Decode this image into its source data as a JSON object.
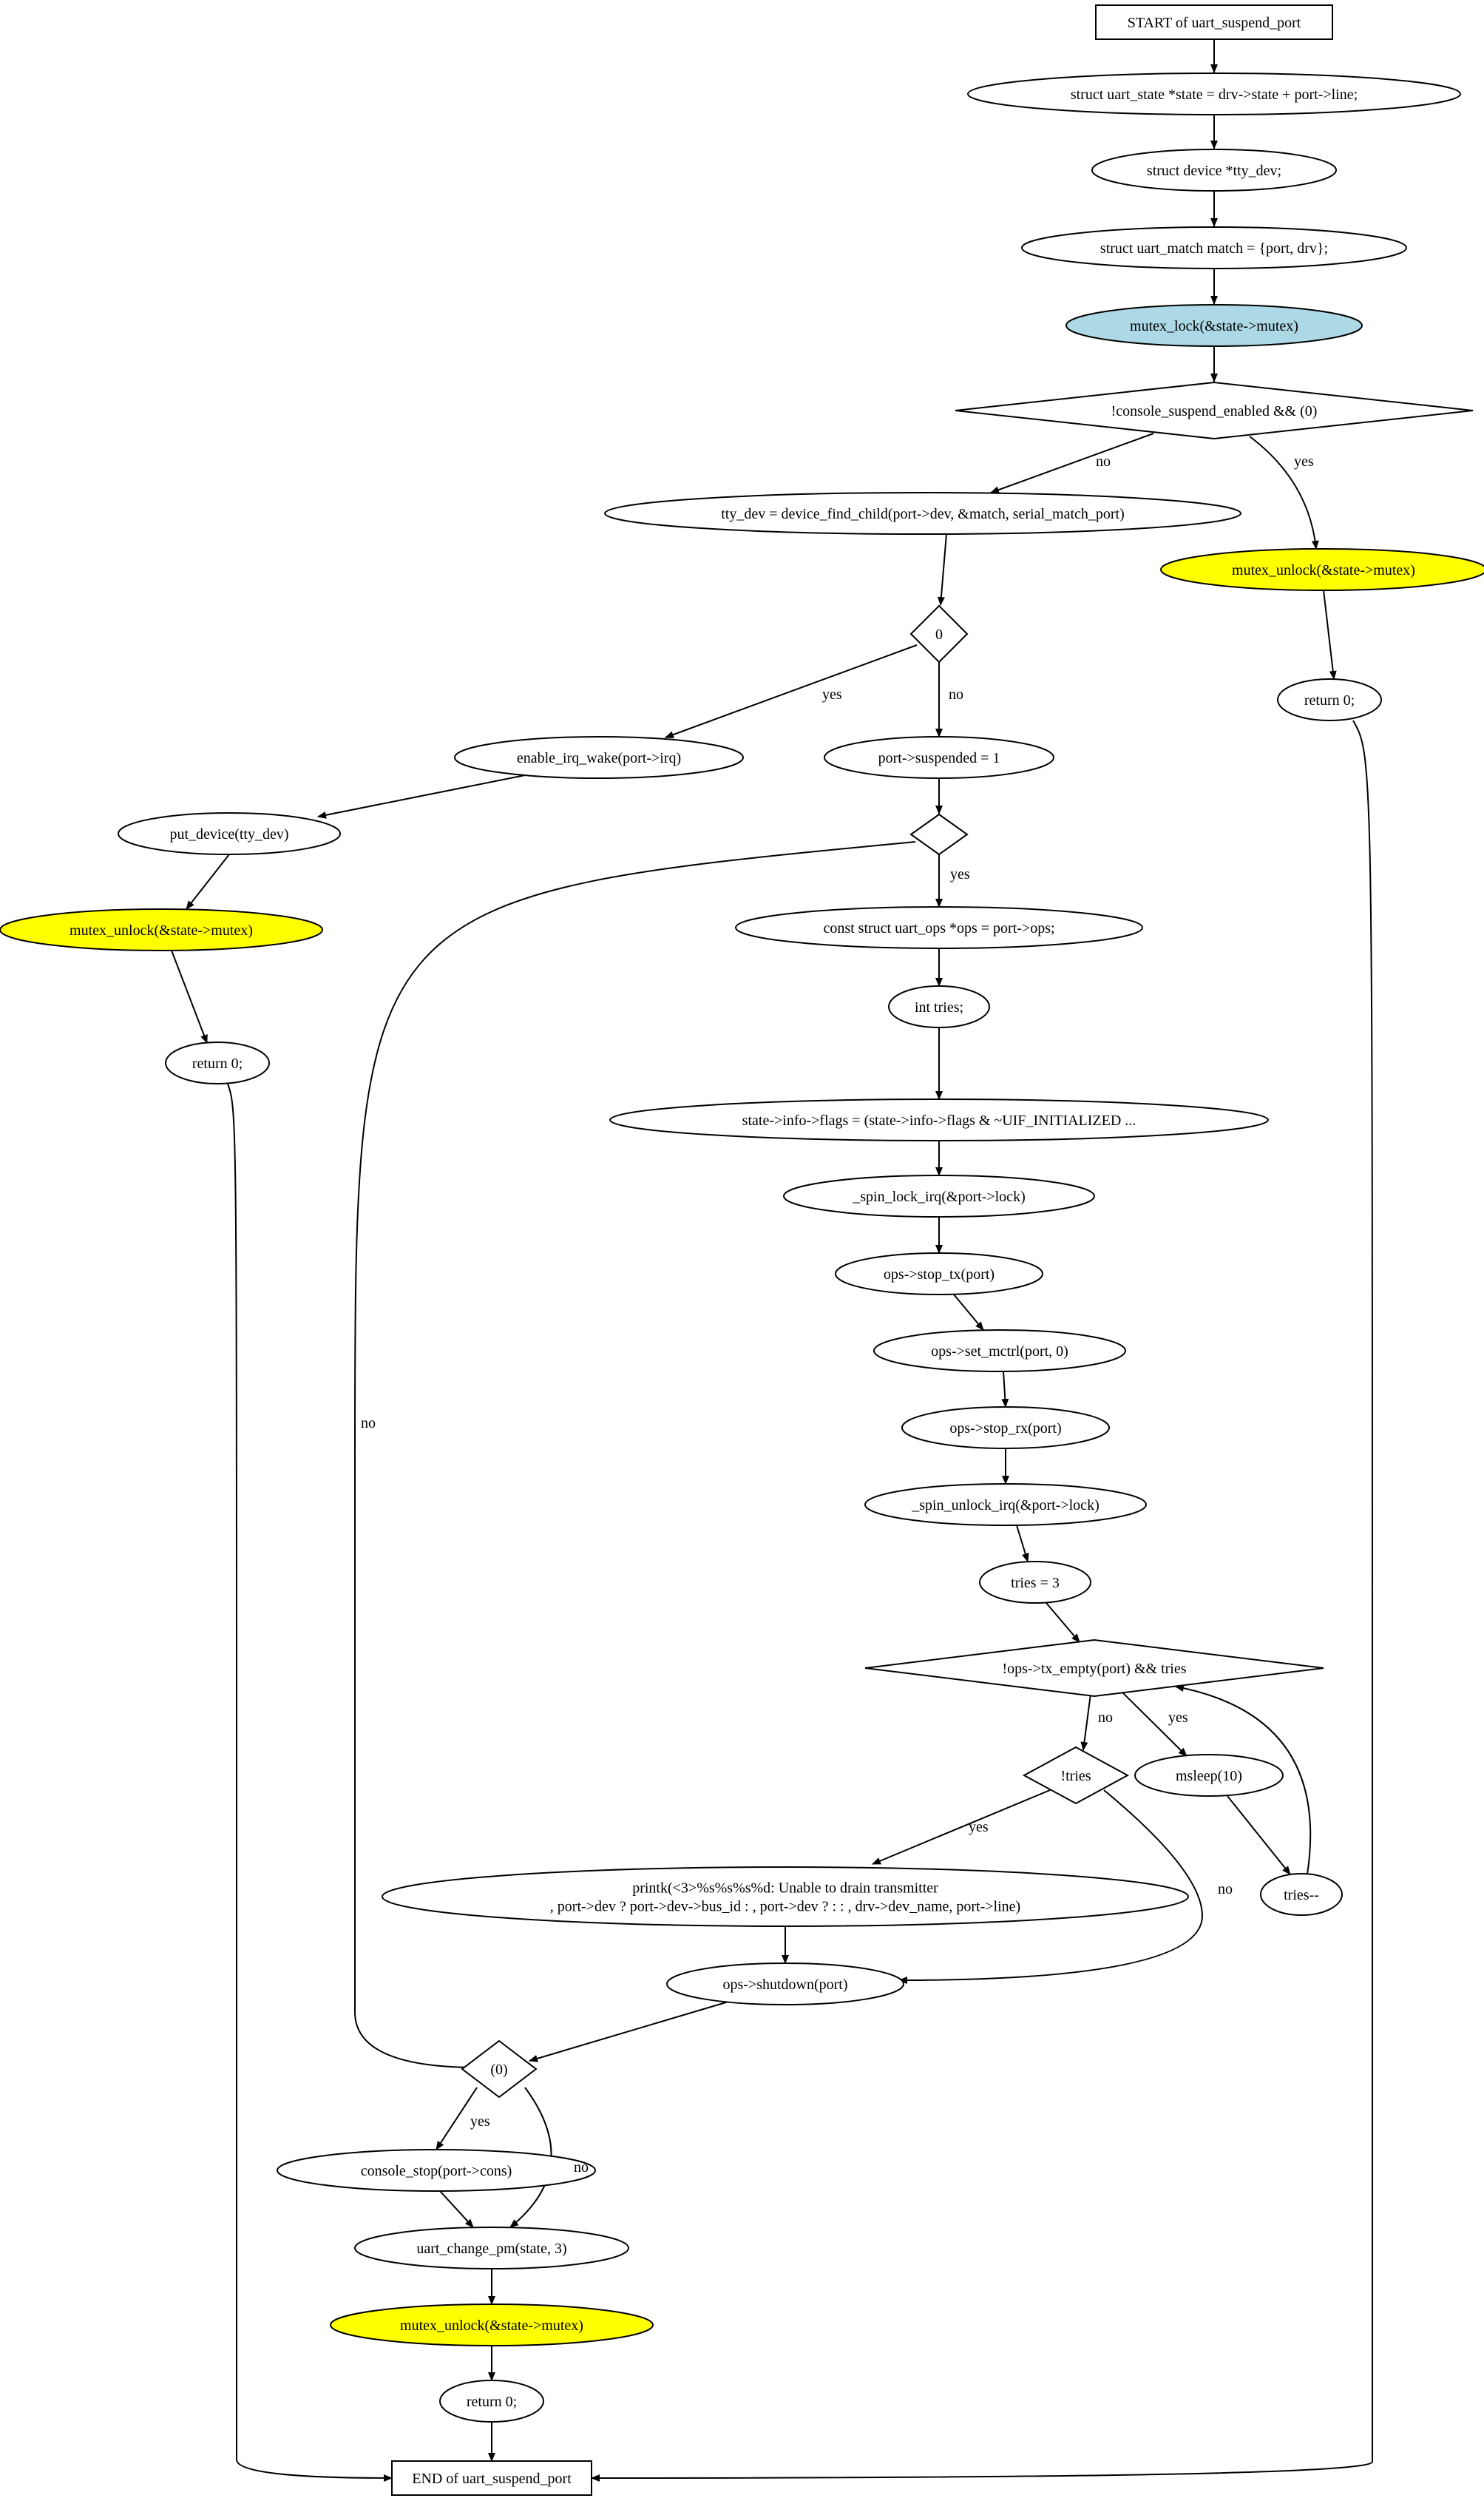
{
  "nodes": {
    "start": {
      "text": [
        "START of uart_suspend_port"
      ],
      "shape": "box"
    },
    "n_state": {
      "text": [
        "struct uart_state *state = drv->state + port->line;"
      ],
      "shape": "ellipse"
    },
    "n_ttydev": {
      "text": [
        "struct device *tty_dev;"
      ],
      "shape": "ellipse"
    },
    "n_match": {
      "text": [
        "struct uart_match match = {port, drv};"
      ],
      "shape": "ellipse"
    },
    "n_lock": {
      "text": [
        "mutex_lock(&state->mutex)"
      ],
      "shape": "ellipse",
      "fill": "#add8e6"
    },
    "d_console": {
      "text": [
        "!console_suspend_enabled && (0)"
      ],
      "shape": "diamond"
    },
    "n_find": {
      "text": [
        "tty_dev = device_find_child(port->dev, &match, serial_match_port)"
      ],
      "shape": "ellipse"
    },
    "n_unlock1": {
      "text": [
        "mutex_unlock(&state->mutex)"
      ],
      "shape": "ellipse",
      "fill": "#ffff00"
    },
    "d_zero": {
      "text": [
        "0"
      ],
      "shape": "diamond"
    },
    "n_ret1": {
      "text": [
        "return 0;"
      ],
      "shape": "ellipse"
    },
    "n_irqwake": {
      "text": [
        "enable_irq_wake(port->irq)"
      ],
      "shape": "ellipse"
    },
    "n_suspended": {
      "text": [
        "port->suspended = 1"
      ],
      "shape": "ellipse"
    },
    "n_putdev": {
      "text": [
        "put_device(tty_dev)"
      ],
      "shape": "ellipse"
    },
    "d_empty": {
      "text": [
        ""
      ],
      "shape": "diamond"
    },
    "n_unlock2": {
      "text": [
        "mutex_unlock(&state->mutex)"
      ],
      "shape": "ellipse",
      "fill": "#ffff00"
    },
    "n_ops": {
      "text": [
        "const struct uart_ops *ops = port->ops;"
      ],
      "shape": "ellipse"
    },
    "n_ret2": {
      "text": [
        "return 0;"
      ],
      "shape": "ellipse"
    },
    "n_tries_decl": {
      "text": [
        "int tries;"
      ],
      "shape": "ellipse"
    },
    "n_flags": {
      "text": [
        "state->info->flags = (state->info->flags & ~UIF_INITIALIZED ..."
      ],
      "shape": "ellipse"
    },
    "n_spinlock": {
      "text": [
        "_spin_lock_irq(&port->lock)"
      ],
      "shape": "ellipse"
    },
    "n_stoptx": {
      "text": [
        "ops->stop_tx(port)"
      ],
      "shape": "ellipse"
    },
    "n_setmctrl": {
      "text": [
        "ops->set_mctrl(port, 0)"
      ],
      "shape": "ellipse"
    },
    "n_stoprx": {
      "text": [
        "ops->stop_rx(port)"
      ],
      "shape": "ellipse"
    },
    "n_spinunlock": {
      "text": [
        "_spin_unlock_irq(&port->lock)"
      ],
      "shape": "ellipse"
    },
    "n_tries3": {
      "text": [
        "tries = 3"
      ],
      "shape": "ellipse"
    },
    "d_txempty": {
      "text": [
        "!ops->tx_empty(port) && tries"
      ],
      "shape": "diamond"
    },
    "d_tries": {
      "text": [
        "!tries"
      ],
      "shape": "diamond"
    },
    "n_msleep": {
      "text": [
        "msleep(10)"
      ],
      "shape": "ellipse"
    },
    "n_printk": {
      "text": [
        "printk(<3>%s%s%s%d: Unable to drain transmitter",
        ", port->dev ? port->dev->bus_id : , port->dev ? : : , drv->dev_name, port->line)"
      ],
      "shape": "ellipse"
    },
    "n_triesdec": {
      "text": [
        "tries--"
      ],
      "shape": "ellipse"
    },
    "n_shutdown": {
      "text": [
        "ops->shutdown(port)"
      ],
      "shape": "ellipse"
    },
    "d_zero2": {
      "text": [
        "(0)"
      ],
      "shape": "diamond"
    },
    "n_constop": {
      "text": [
        "console_stop(port->cons)"
      ],
      "shape": "ellipse"
    },
    "n_changepm": {
      "text": [
        "uart_change_pm(state, 3)"
      ],
      "shape": "ellipse"
    },
    "n_unlock3": {
      "text": [
        "mutex_unlock(&state->mutex)"
      ],
      "shape": "ellipse",
      "fill": "#ffff00"
    },
    "n_ret3": {
      "text": [
        "return 0;"
      ],
      "shape": "ellipse"
    },
    "end": {
      "text": [
        "END of uart_suspend_port"
      ],
      "shape": "box"
    }
  },
  "edges": [
    {
      "from": "start",
      "to": "n_state",
      "label": ""
    },
    {
      "from": "n_state",
      "to": "n_ttydev",
      "label": ""
    },
    {
      "from": "n_ttydev",
      "to": "n_match",
      "label": ""
    },
    {
      "from": "n_match",
      "to": "n_lock",
      "label": ""
    },
    {
      "from": "n_lock",
      "to": "d_console",
      "label": ""
    },
    {
      "from": "d_console",
      "to": "n_find",
      "label": "no"
    },
    {
      "from": "d_console",
      "to": "n_unlock1",
      "label": "yes"
    },
    {
      "from": "n_find",
      "to": "d_zero",
      "label": ""
    },
    {
      "from": "n_unlock1",
      "to": "n_ret1",
      "label": ""
    },
    {
      "from": "d_zero",
      "to": "n_irqwake",
      "label": "yes"
    },
    {
      "from": "d_zero",
      "to": "n_suspended",
      "label": "no"
    },
    {
      "from": "n_irqwake",
      "to": "n_putdev",
      "label": ""
    },
    {
      "from": "n_suspended",
      "to": "d_empty",
      "label": ""
    },
    {
      "from": "n_putdev",
      "to": "n_unlock2",
      "label": ""
    },
    {
      "from": "d_empty",
      "to": "n_ops",
      "label": "yes"
    },
    {
      "from": "d_empty",
      "to": "d_zero2",
      "label": "no"
    },
    {
      "from": "n_unlock2",
      "to": "n_ret2",
      "label": ""
    },
    {
      "from": "n_ops",
      "to": "n_tries_decl",
      "label": ""
    },
    {
      "from": "n_tries_decl",
      "to": "n_flags",
      "label": ""
    },
    {
      "from": "n_flags",
      "to": "n_spinlock",
      "label": ""
    },
    {
      "from": "n_spinlock",
      "to": "n_stoptx",
      "label": ""
    },
    {
      "from": "n_stoptx",
      "to": "n_setmctrl",
      "label": ""
    },
    {
      "from": "n_setmctrl",
      "to": "n_stoprx",
      "label": ""
    },
    {
      "from": "n_stoprx",
      "to": "n_spinunlock",
      "label": ""
    },
    {
      "from": "n_spinunlock",
      "to": "n_tries3",
      "label": ""
    },
    {
      "from": "n_tries3",
      "to": "d_txempty",
      "label": ""
    },
    {
      "from": "d_txempty",
      "to": "d_tries",
      "label": "no"
    },
    {
      "from": "d_txempty",
      "to": "n_msleep",
      "label": "yes"
    },
    {
      "from": "d_tries",
      "to": "n_printk",
      "label": "yes"
    },
    {
      "from": "d_tries",
      "to": "n_shutdown",
      "label": "no"
    },
    {
      "from": "n_msleep",
      "to": "n_triesdec",
      "label": ""
    },
    {
      "from": "n_triesdec",
      "to": "d_txempty",
      "label": ""
    },
    {
      "from": "n_printk",
      "to": "n_shutdown",
      "label": ""
    },
    {
      "from": "n_shutdown",
      "to": "d_zero2",
      "label": ""
    },
    {
      "from": "d_zero2",
      "to": "n_constop",
      "label": "yes"
    },
    {
      "from": "d_zero2",
      "to": "n_changepm",
      "label": "no"
    },
    {
      "from": "n_constop",
      "to": "n_changepm",
      "label": ""
    },
    {
      "from": "n_changepm",
      "to": "n_unlock3",
      "label": ""
    },
    {
      "from": "n_unlock3",
      "to": "n_ret3",
      "label": ""
    },
    {
      "from": "n_ret3",
      "to": "end",
      "label": ""
    },
    {
      "from": "n_ret2",
      "to": "end",
      "label": ""
    },
    {
      "from": "n_ret1",
      "to": "end",
      "label": ""
    }
  ]
}
